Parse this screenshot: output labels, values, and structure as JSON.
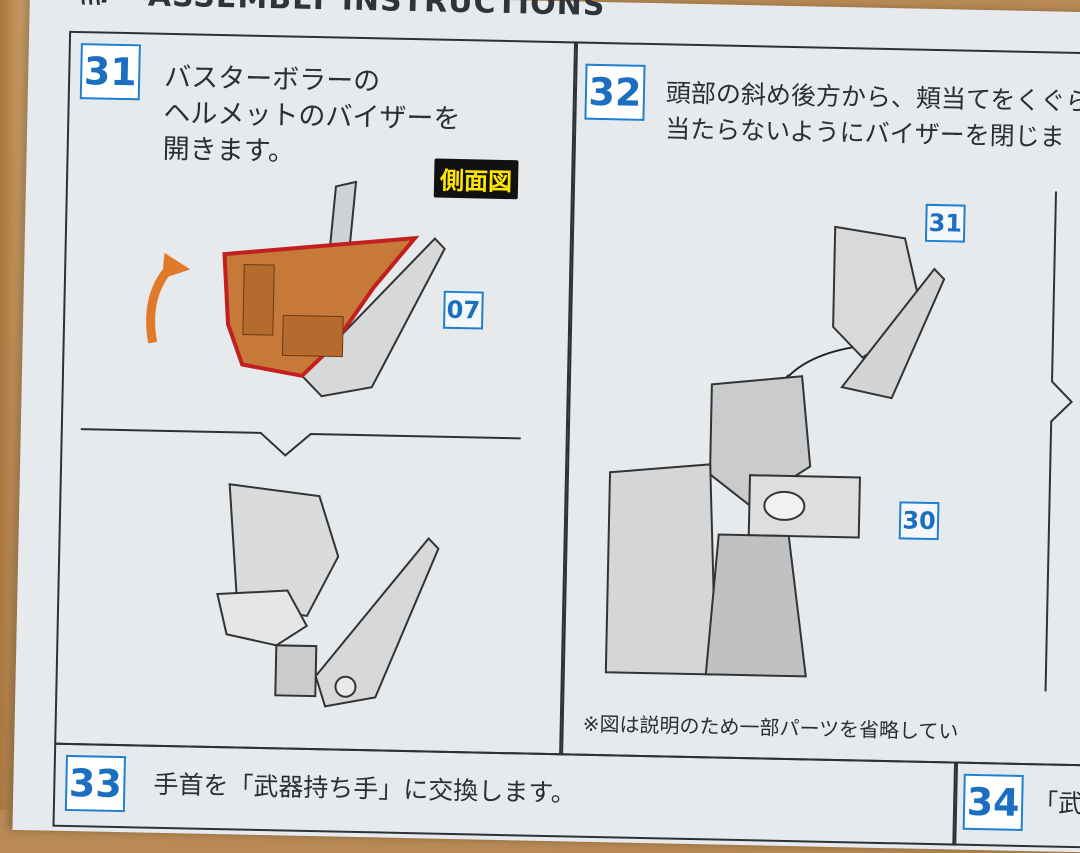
{
  "header": {
    "logo": "\\\\\\.",
    "title": "ASSEMBLY INSTRUCTIONS"
  },
  "step31": {
    "number": "31",
    "text_line1": "バスターボラーの",
    "text_line2": "ヘルメットのバイザーを",
    "text_line3": "開きます。",
    "view_tag": "側面図",
    "part_ref": "07"
  },
  "step32": {
    "number": "32",
    "text_line1": "頭部の斜め後方から、頬当てをくぐら",
    "text_line2": "当たらないようにバイザーを閉じま",
    "ref_a": "31",
    "ref_b": "30",
    "note": "※図は説明のため一部パーツを省略してい"
  },
  "step33": {
    "number": "33",
    "text": "手首を「武器持ち手」に交換します。"
  },
  "step34": {
    "number": "34",
    "text": "「武"
  },
  "colors": {
    "step_blue": "#1f7fd0",
    "highlight_orange": "#e07a2a",
    "tag_yellow": "#ffe600"
  }
}
